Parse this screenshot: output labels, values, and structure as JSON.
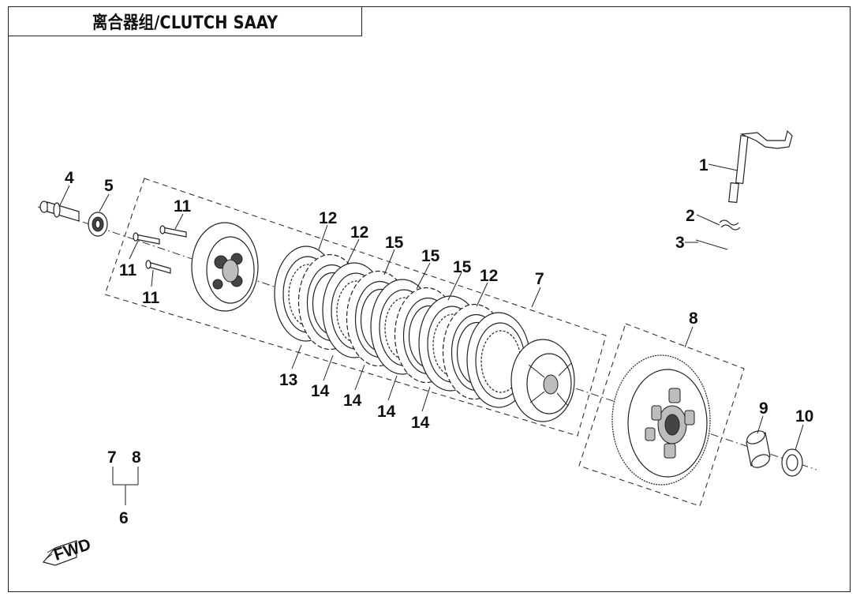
{
  "title": "离合器组/CLUTCH SAAY",
  "callouts": [
    {
      "id": "1",
      "label": "1"
    },
    {
      "id": "2",
      "label": "2"
    },
    {
      "id": "3",
      "label": "3"
    },
    {
      "id": "4",
      "label": "4"
    },
    {
      "id": "5",
      "label": "5"
    },
    {
      "id": "6",
      "label": "6"
    },
    {
      "id": "7a",
      "label": "7"
    },
    {
      "id": "7b",
      "label": "7"
    },
    {
      "id": "8a",
      "label": "8"
    },
    {
      "id": "8b",
      "label": "8"
    },
    {
      "id": "9",
      "label": "9"
    },
    {
      "id": "10",
      "label": "10"
    },
    {
      "id": "11a",
      "label": "11"
    },
    {
      "id": "11b",
      "label": "11"
    },
    {
      "id": "11c",
      "label": "11"
    },
    {
      "id": "12a",
      "label": "12"
    },
    {
      "id": "12b",
      "label": "12"
    },
    {
      "id": "12c",
      "label": "12"
    },
    {
      "id": "13",
      "label": "13"
    },
    {
      "id": "14a",
      "label": "14"
    },
    {
      "id": "14b",
      "label": "14"
    },
    {
      "id": "14c",
      "label": "14"
    },
    {
      "id": "14d",
      "label": "14"
    },
    {
      "id": "15a",
      "label": "15"
    },
    {
      "id": "15b",
      "label": "15"
    },
    {
      "id": "15c",
      "label": "15"
    }
  ],
  "fwd_symbol": {
    "label": "FWD",
    "icon": "fwd-arrow-icon"
  }
}
